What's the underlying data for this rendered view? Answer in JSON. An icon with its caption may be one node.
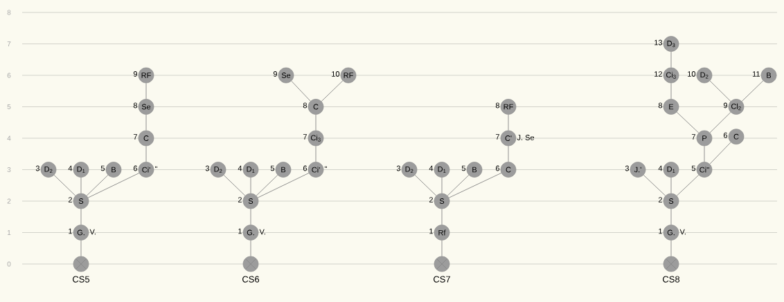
{
  "diagram": {
    "nodes": [
      {
        "text": [],
        "shape": "circle",
        "beside": [
          "CS5"
        ]
      },
      {
        "text": [
          "G."
        ],
        "beside": [
          "1",
          "V."
        ]
      },
      {
        "text": [
          "S"
        ],
        "beside": [
          "2"
        ]
      },
      {
        "text": [
          "D$_{2}$"
        ],
        "beside": [
          "3"
        ]
      },
      {
        "text": [
          "D$_{1}$"
        ],
        "beside": [
          "4"
        ]
      },
      {
        "text": [
          "B"
        ],
        "beside": [
          "5"
        ]
      },
      {
        "text": [
          "Ci'"
        ],
        "beside": [
          "6",
          "\""
        ]
      },
      {
        "text": [
          "C"
        ],
        "beside": [
          "7"
        ]
      },
      {
        "text": [
          "Se"
        ],
        "beside": [
          "8"
        ]
      },
      {
        "text": [
          "RF"
        ],
        "beside": [
          "9"
        ]
      },
      {
        "text": [],
        "shape": "circle",
        "beside": [
          "CS6"
        ]
      },
      {
        "text": [
          "G."
        ],
        "beside": [
          "1",
          "V."
        ]
      },
      {
        "text": [
          "S"
        ],
        "beside": [
          "2"
        ]
      },
      {
        "text": [
          "D$_{2}$"
        ],
        "beside": [
          "3"
        ]
      },
      {
        "text": [
          "D$_{1}$"
        ],
        "beside": [
          "4"
        ]
      },
      {
        "text": [
          "B"
        ],
        "beside": [
          "5"
        ]
      },
      {
        "text": [
          "Ci'"
        ],
        "beside": [
          "6",
          "\""
        ]
      },
      {
        "text": [
          "Ci$_{3}$"
        ],
        "beside": [
          "7"
        ]
      },
      {
        "text": [
          "C"
        ],
        "beside": [
          "8"
        ]
      },
      {
        "text": [
          "Se"
        ],
        "beside": [
          "9"
        ]
      },
      {
        "text": [
          "RF"
        ],
        "beside": [
          "10"
        ]
      },
      {
        "text": [],
        "shape": "circle",
        "beside": [
          "CS7"
        ]
      },
      {
        "text": [
          "Rf"
        ],
        "beside": [
          "1"
        ]
      },
      {
        "text": [
          "S"
        ],
        "beside": [
          "2"
        ]
      },
      {
        "text": [
          "D$_{2}$"
        ],
        "beside": [
          "3"
        ]
      },
      {
        "text": [
          "D$_{1}$"
        ],
        "beside": [
          "4"
        ]
      },
      {
        "text": [
          "B"
        ],
        "beside": [
          "5"
        ]
      },
      {
        "text": [
          "C"
        ],
        "beside": [
          "6"
        ]
      },
      {
        "text": [
          "C'"
        ],
        "beside": [
          "7",
          "J. Se"
        ]
      },
      {
        "text": [
          "RF"
        ],
        "beside": [
          "8"
        ]
      },
      {
        "text": [],
        "shape": "circle",
        "beside": [
          "CS8"
        ]
      },
      {
        "text": [
          "G."
        ],
        "beside": [
          "1",
          "V."
        ]
      },
      {
        "text": [
          "S"
        ],
        "beside": [
          "2"
        ]
      },
      {
        "text": [
          "J.'"
        ],
        "beside": [
          "3"
        ]
      },
      {
        "text": [
          "D$_{1}$"
        ],
        "beside": [
          "4"
        ]
      },
      {
        "text": [
          "Ci''"
        ],
        "beside": [
          "5"
        ]
      },
      {
        "text": [
          "C"
        ],
        "beside": [
          "6"
        ]
      },
      {
        "text": [
          "P"
        ],
        "beside": [
          "7"
        ]
      },
      {
        "text": [
          "E"
        ],
        "beside": [
          "8"
        ]
      },
      {
        "text": [
          "Cl$_{2}$"
        ],
        "beside": [
          "9"
        ]
      },
      {
        "text": [
          "D$_{2}$"
        ],
        "beside": [
          "10"
        ]
      },
      {
        "text": [
          "B"
        ],
        "beside": [
          "11"
        ]
      },
      {
        "text": [
          "Ci$_{3}$"
        ],
        "beside": [
          "12"
        ]
      },
      {
        "text": [
          "D$_{3}$"
        ],
        "beside": [
          "13"
        ]
      }
    ],
    "edges": [
      {
        "from": 0,
        "to": 1,
        "arrow": "none"
      },
      {
        "from": 1,
        "to": 2,
        "arrow": "none"
      },
      {
        "from": 2,
        "to": 3,
        "arrow": "none"
      },
      {
        "from": 2,
        "to": 4,
        "arrow": "none"
      },
      {
        "from": 2,
        "to": 5,
        "arrow": "none"
      },
      {
        "from": 2,
        "to": 6,
        "arrow": "none"
      },
      {
        "from": 6,
        "to": 7,
        "arrow": "none"
      },
      {
        "from": 7,
        "to": 8,
        "arrow": "none"
      },
      {
        "from": 8,
        "to": 9,
        "arrow": "none"
      },
      {
        "from": 10,
        "to": 11,
        "arrow": "none"
      },
      {
        "from": 11,
        "to": 12,
        "arrow": "none"
      },
      {
        "from": 12,
        "to": 13,
        "arrow": "none"
      },
      {
        "from": 12,
        "to": 14,
        "arrow": "none"
      },
      {
        "from": 12,
        "to": 15,
        "arrow": "none"
      },
      {
        "from": 12,
        "to": 16,
        "arrow": "none"
      },
      {
        "from": 16,
        "to": 17,
        "arrow": "none"
      },
      {
        "from": 17,
        "to": 18,
        "arrow": "none"
      },
      {
        "from": 18,
        "to": 19,
        "arrow": "none"
      },
      {
        "from": 18,
        "to": 20,
        "arrow": "none"
      },
      {
        "from": 21,
        "to": 22,
        "arrow": "none"
      },
      {
        "from": 22,
        "to": 23,
        "arrow": "none"
      },
      {
        "from": 23,
        "to": 24,
        "arrow": "none"
      },
      {
        "from": 23,
        "to": 25,
        "arrow": "none"
      },
      {
        "from": 23,
        "to": 26,
        "arrow": "none"
      },
      {
        "from": 23,
        "to": 27,
        "arrow": "none"
      },
      {
        "from": 27,
        "to": 28,
        "arrow": "none"
      },
      {
        "from": 28,
        "to": 29,
        "arrow": "none"
      },
      {
        "from": 30,
        "to": 31,
        "arrow": "none"
      },
      {
        "from": 31,
        "to": 32,
        "arrow": "none"
      },
      {
        "from": 32,
        "to": 33,
        "arrow": "none"
      },
      {
        "from": 32,
        "to": 34,
        "arrow": "none"
      },
      {
        "from": 32,
        "to": 35,
        "arrow": "none"
      },
      {
        "from": 35,
        "to": 36,
        "arrow": "none"
      },
      {
        "from": 35,
        "to": 37,
        "arrow": "none"
      },
      {
        "from": 37,
        "to": 38,
        "arrow": "none"
      },
      {
        "from": 37,
        "to": 39,
        "arrow": "none"
      },
      {
        "from": 39,
        "to": 40,
        "arrow": "none"
      },
      {
        "from": 39,
        "to": 41,
        "arrow": "none"
      },
      {
        "from": 38,
        "to": 42,
        "arrow": "none"
      },
      {
        "from": 42,
        "to": 43,
        "arrow": "none"
      }
    ],
    "labels": [
      "8",
      "7",
      "6",
      "5",
      "4",
      "3",
      "2",
      "1",
      "0"
    ]
  }
}
